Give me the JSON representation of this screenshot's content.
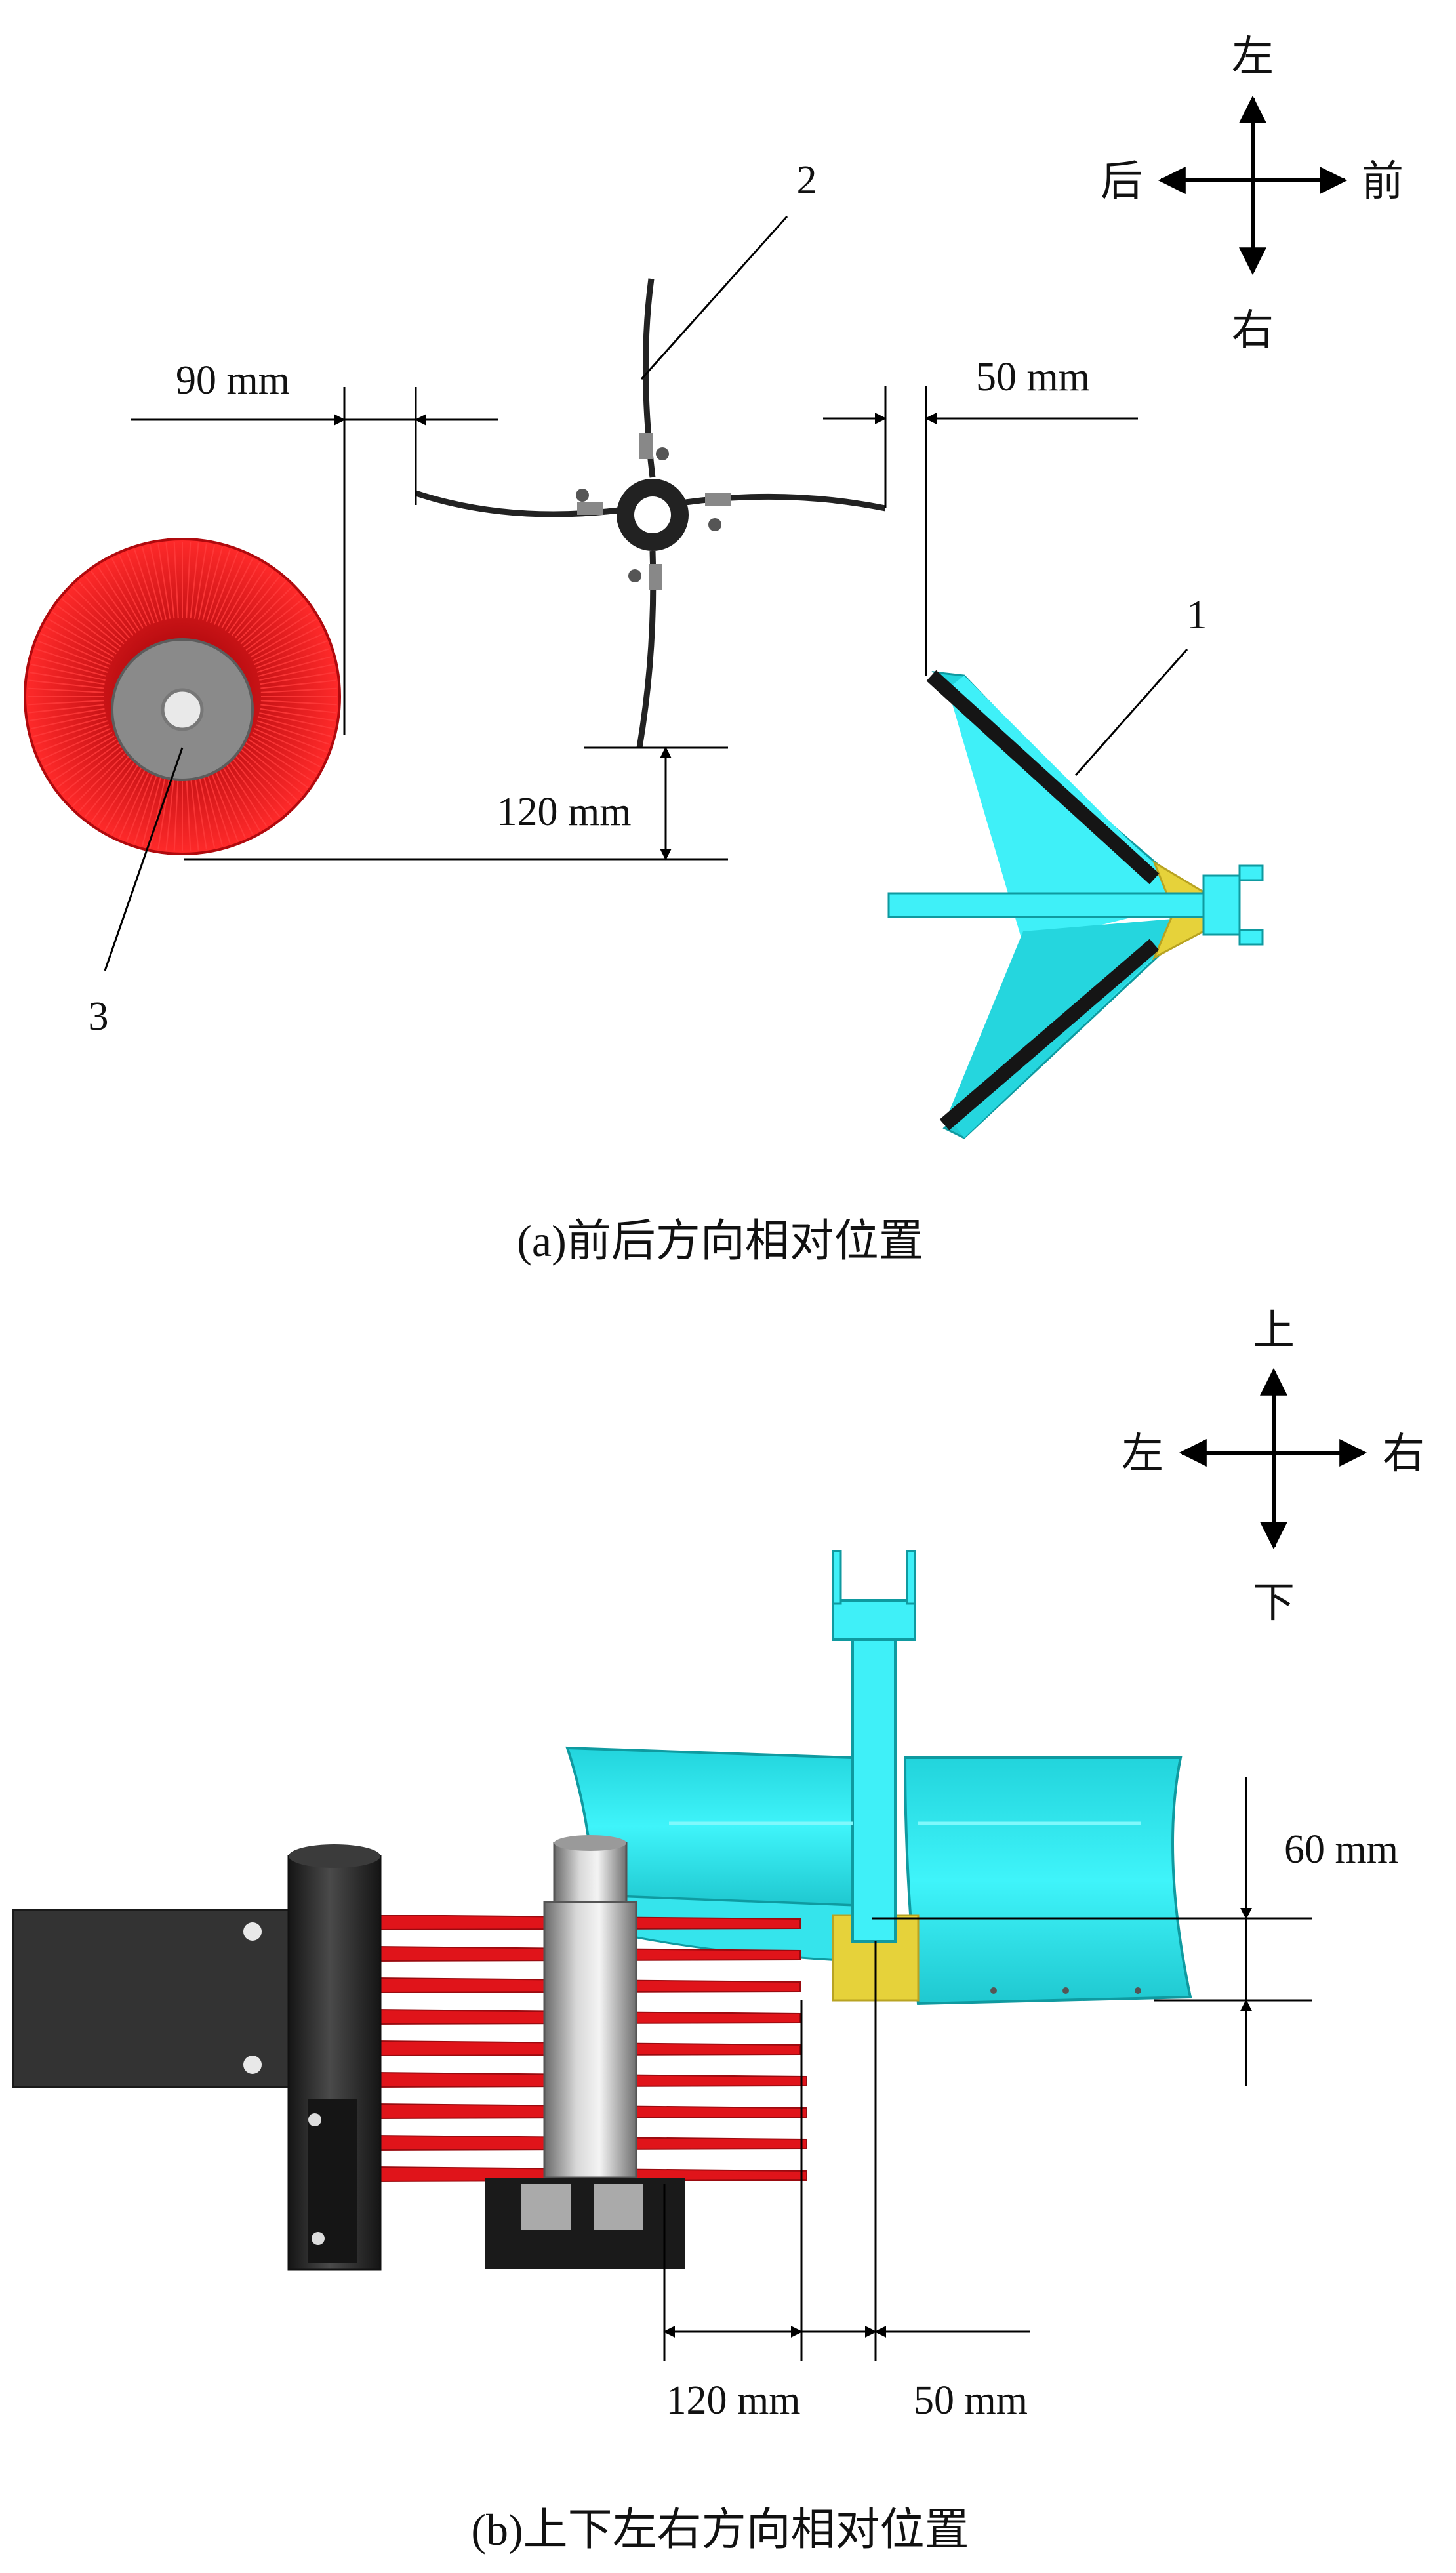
{
  "panel_a": {
    "compass": {
      "up": "左",
      "left": "后",
      "right": "前",
      "down": "右"
    },
    "callouts": {
      "c1": "1",
      "c2": "2",
      "c3": "3"
    },
    "dims": {
      "d90": "90 mm",
      "d50": "50 mm",
      "d120": "120 mm"
    },
    "caption": "(a)前后方向相对位置"
  },
  "panel_b": {
    "compass": {
      "up": "上",
      "left": "左",
      "right": "右",
      "down": "下"
    },
    "dims": {
      "d60": "60 mm",
      "d120": "120 mm",
      "d50": "50 mm"
    },
    "caption": "(b)上下左右方向相对位置"
  },
  "colors": {
    "brush_red": "#e8141a",
    "plow_cyan": "#2fe6ee",
    "plow_yellow": "#e6d23a",
    "tine_red": "#e0141a",
    "frame_dark": "#2f2f2f"
  }
}
